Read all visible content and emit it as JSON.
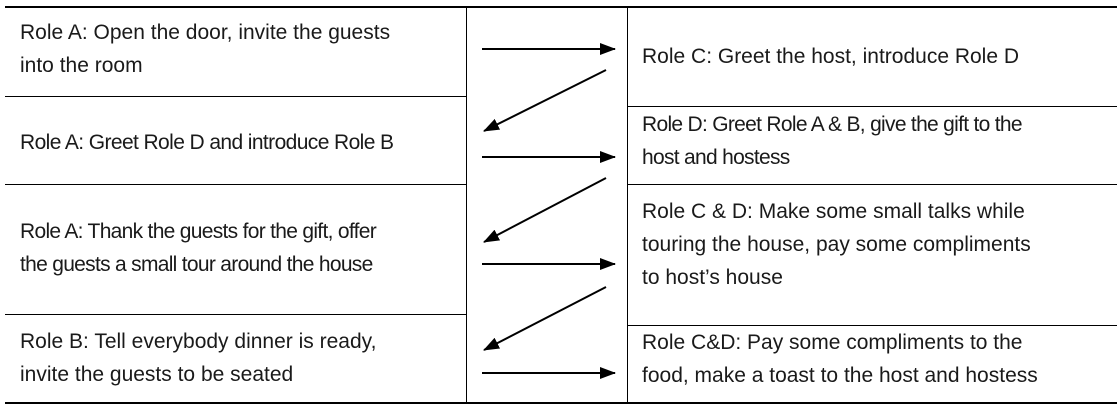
{
  "left_column": [
    {
      "lines": [
        "Role A: Open the door, invite the guests",
        "into the room"
      ]
    },
    {
      "lines": [
        "Role A: Greet Role D and introduce Role B"
      ]
    },
    {
      "lines": [
        "Role A: Thank the guests for the gift, offer",
        "the guests a small tour around the house"
      ]
    },
    {
      "lines": [
        "Role B: Tell everybody dinner is ready,",
        "invite the guests to be seated"
      ]
    }
  ],
  "right_column": [
    {
      "lines": [
        "Role C: Greet the host, introduce Role D"
      ]
    },
    {
      "lines": [
        "Role D: Greet Role A & B, give the gift to the",
        "host and hostess"
      ]
    },
    {
      "lines": [
        "Role C & D: Make some small talks while",
        "touring the house, pay some compliments",
        "to host’s house"
      ]
    },
    {
      "lines": [
        "Role C&D: Pay some compliments to the",
        "food, make a toast to the host and hostess"
      ]
    }
  ]
}
